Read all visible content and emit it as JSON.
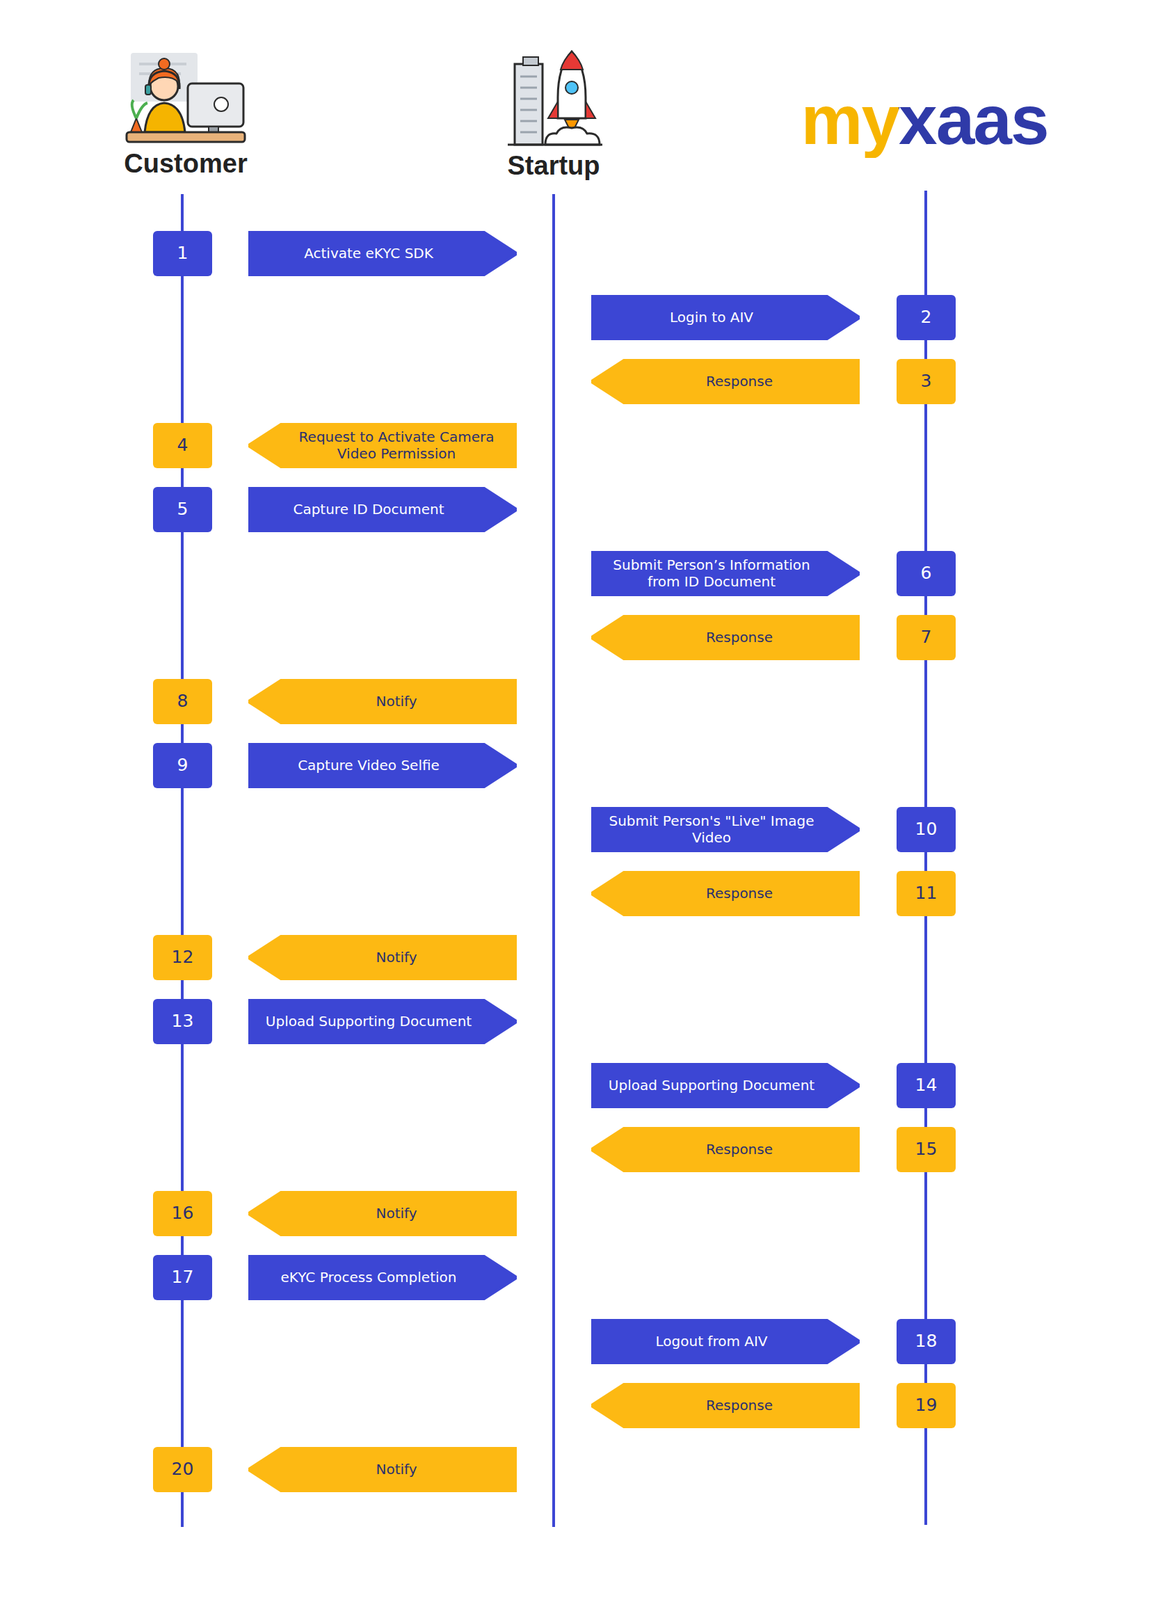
{
  "diagram": {
    "nodes": [
      {
        "text": [
          "1"
        ]
      },
      {
        "text": [
          "Activate eKYC SDK"
        ]
      },
      {
        "text": [
          "Login to AIV"
        ]
      },
      {
        "text": [
          "2"
        ]
      },
      {
        "text": [
          "Response"
        ]
      },
      {
        "text": [
          "3"
        ]
      },
      {
        "text": [
          "4"
        ]
      },
      {
        "text": [
          "Request to Activate Camera Video Permission"
        ]
      },
      {
        "text": [
          "5"
        ]
      },
      {
        "text": [
          "Capture ID Document"
        ]
      },
      {
        "text": [
          "Submit Person’s Information from ID Document"
        ]
      },
      {
        "text": [
          "6"
        ]
      },
      {
        "text": [
          "Response"
        ]
      },
      {
        "text": [
          "7"
        ]
      },
      {
        "text": [
          "8"
        ]
      },
      {
        "text": [
          "Notify"
        ]
      },
      {
        "text": [
          "9"
        ]
      },
      {
        "text": [
          "Capture Video Selfie"
        ]
      },
      {
        "text": [
          "Submit Person's \"Live\" Image Video"
        ]
      },
      {
        "text": [
          "10"
        ]
      },
      {
        "text": [
          "Response"
        ]
      },
      {
        "text": [
          "11"
        ]
      },
      {
        "text": [
          "12"
        ]
      },
      {
        "text": [
          "Notify"
        ]
      },
      {
        "text": [
          "13"
        ]
      },
      {
        "text": [
          "Upload Supporting Document"
        ]
      },
      {
        "text": [
          "Upload Supporting Document"
        ]
      },
      {
        "text": [
          "14"
        ]
      },
      {
        "text": [
          "Response"
        ]
      },
      {
        "text": [
          "15"
        ]
      },
      {
        "text": [
          "16"
        ]
      },
      {
        "text": [
          "Notify"
        ]
      },
      {
        "text": [
          "17"
        ]
      },
      {
        "text": [
          "eKYC Process Completion"
        ]
      },
      {
        "text": [
          "Logout from AIV"
        ]
      },
      {
        "text": [
          "18"
        ]
      },
      {
        "text": [
          "Response"
        ]
      },
      {
        "text": [
          "19"
        ]
      },
      {
        "text": [
          "20"
        ]
      },
      {
        "text": [
          "Notify"
        ]
      }
    ],
    "labels": [
      "Customer",
      "Startup",
      "myxaas"
    ]
  }
}
